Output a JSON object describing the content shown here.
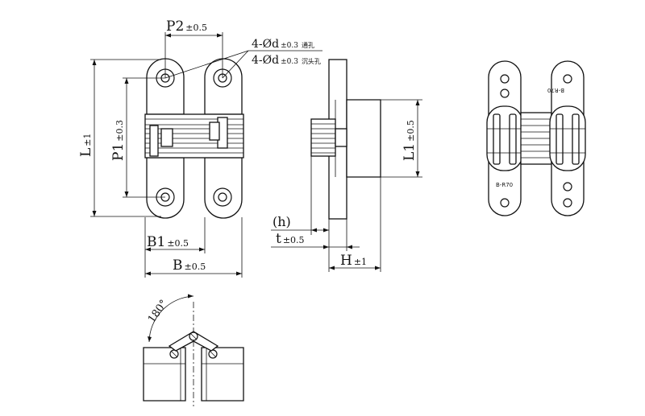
{
  "labels": {
    "p2": "P2",
    "p2_tol": "±0.5",
    "hole_through": "4-Ød",
    "hole_through_tol": "±0.3",
    "hole_through_cn": "通孔",
    "hole_csk": "4-Ød",
    "hole_csk_tol": "±0.3",
    "hole_csk_cn": "沉头孔",
    "l": "L",
    "l_tol": "±1",
    "p1": "P1",
    "p1_tol": "±0.3",
    "b1": "B1",
    "b1_tol": "±0.5",
    "b": "B",
    "b_tol": "±0.5",
    "h_paren": "(h)",
    "t": "t",
    "t_tol": "±0.5",
    "h": "H",
    "h_tol": "±1",
    "l1": "L1",
    "l1_tol": "±0.5",
    "model": "B-R70",
    "angle": "180°"
  }
}
